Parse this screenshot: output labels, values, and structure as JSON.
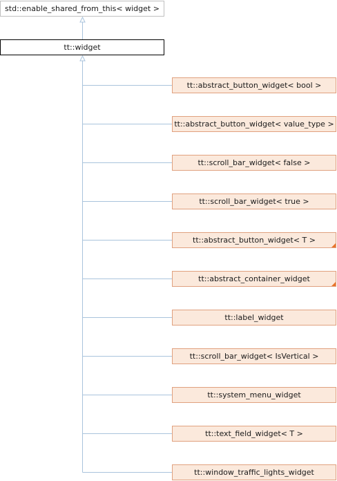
{
  "diagram": {
    "base_class": "std::enable_shared_from_this< widget >",
    "current_class": "tt::widget",
    "derived_classes": [
      {
        "label": "tt::abstract_button_widget< bool >",
        "has_more": false
      },
      {
        "label": "tt::abstract_button_widget< value_type >",
        "has_more": false
      },
      {
        "label": "tt::scroll_bar_widget< false >",
        "has_more": false
      },
      {
        "label": "tt::scroll_bar_widget< true >",
        "has_more": false
      },
      {
        "label": "tt::abstract_button_widget< T >",
        "has_more": true
      },
      {
        "label": "tt::abstract_container_widget",
        "has_more": true
      },
      {
        "label": "tt::label_widget",
        "has_more": false
      },
      {
        "label": "tt::scroll_bar_widget< IsVertical >",
        "has_more": false
      },
      {
        "label": "tt::system_menu_widget",
        "has_more": false
      },
      {
        "label": "tt::text_field_widget< T >",
        "has_more": false
      },
      {
        "label": "tt::window_traffic_lights_widget",
        "has_more": false
      }
    ],
    "colors": {
      "edge": "#a9c3dc",
      "child_fill": "#fbe9dc",
      "child_border": "#e0a07e",
      "more_marker": "#e8742a"
    }
  }
}
